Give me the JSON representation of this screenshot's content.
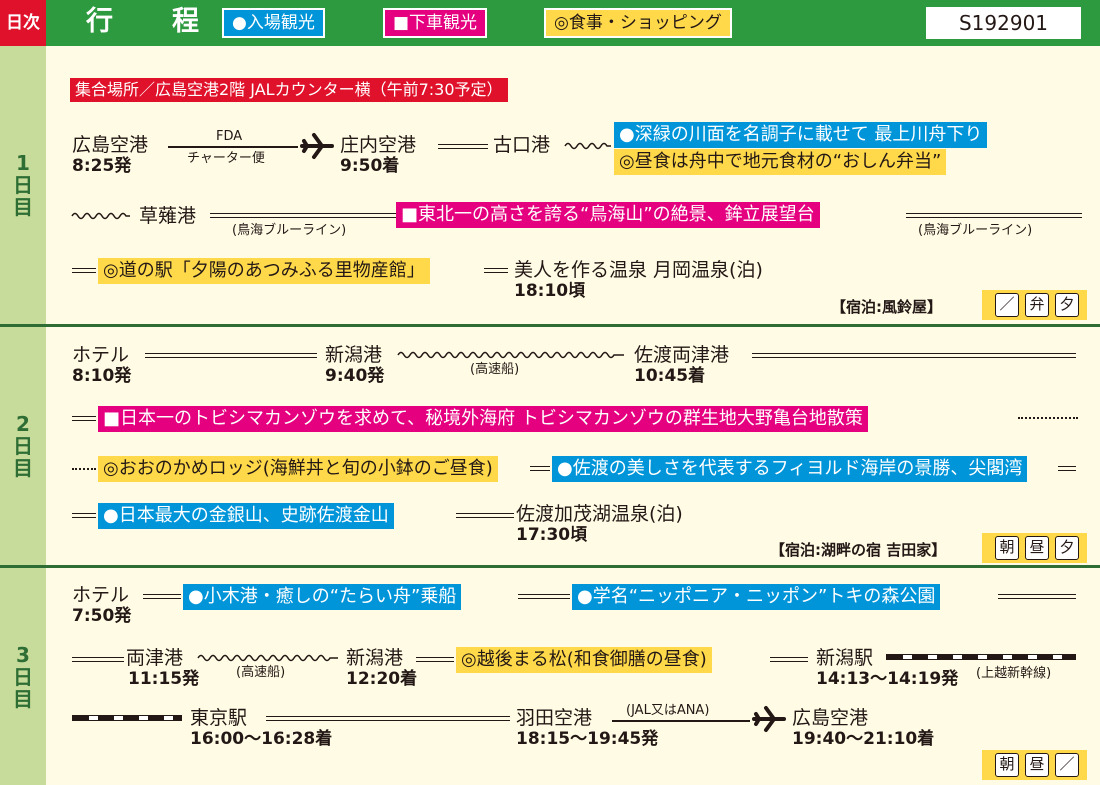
{
  "header": {
    "day_label": "日次",
    "title_char1": "行",
    "title_char2": "程",
    "legend_entry": "●入場観光",
    "legend_stop": "■下車観光",
    "legend_meal": "◎食事・ショッピング",
    "tour_code": "S192901",
    "colors": {
      "green": "#2e9a40",
      "red": "#e0112a",
      "blue": "#0095d9",
      "pink": "#e4007f",
      "yellow": "#ffd94a"
    }
  },
  "day1": {
    "day": [
      "1",
      "日",
      "目"
    ],
    "meeting": "集合場所／広島空港2階 JALカウンター横（午前7:30予定）",
    "hiroshima_airport": "広島空港",
    "depart_time": "8:25発",
    "flight_top": "FDA",
    "flight_bottom": "チャーター便",
    "shonai_airport": "庄内空港",
    "arrive_time": "9:50着",
    "furukuchi": "古口港",
    "mogami_river": "●深緑の川面を名調子に載せて 最上川舟下り",
    "lunch_bento": "◎昼食は舟中で地元食材の“おしん弁当”",
    "kusanagi": "草薙港",
    "chokai_line1": "(鳥海ブルーライン)",
    "chokai_mount": "■東北一の高さを誇る“鳥海山”の絶景、鉾立展望台",
    "chokai_line2": "(鳥海ブルーライン)",
    "michi_no_eki": "◎道の駅「夕陽のあつみふる里物産館」",
    "yunohama": "美人を作る温泉 月岡温泉(泊)",
    "onsen_time": "18:10頃",
    "hotel": "【宿泊:風鈴屋】",
    "meals": [
      "／",
      "弁",
      "夕"
    ]
  },
  "day2": {
    "day": [
      "2",
      "日",
      "目"
    ],
    "hotel_start": "ホテル",
    "hotel_time": "8:10発",
    "niigata_port": "新潟港",
    "niigata_time": "9:40発",
    "jetfoil": "(高速船)",
    "ryotsu_port": "佐渡両津港",
    "ryotsu_time": "10:45着",
    "tobishima": "■日本一のトビシマカンゾウを求めて、秘境外海府 トビシマカンゾウの群生地大野亀台地散策",
    "lodge": "◎おおのかめロッジ(海鮮丼と旬の小鉢のご昼食)",
    "senkaku": "●佐渡の美しさを代表するフィヨルド海岸の景勝、尖閣湾",
    "kinzan": "●日本最大の金銀山、史跡佐渡金山",
    "kamo_onsen": "佐渡加茂湖温泉(泊)",
    "kamo_time": "17:30頃",
    "hotel": "【宿泊:湖畔の宿 吉田家】",
    "meals": [
      "朝",
      "昼",
      "夕"
    ]
  },
  "day3": {
    "day": [
      "3",
      "日",
      "目"
    ],
    "hotel_start": "ホテル",
    "hotel_time": "7:50発",
    "ogi": "●小木港・癒しの“たらい舟”乗船",
    "toki": "●学名“ニッポニア・ニッポン”トキの森公園",
    "ryotsu_port": "両津港",
    "ryotsu_time": "11:15発",
    "jetfoil": "(高速船)",
    "niigata_port": "新潟港",
    "niigata_time": "12:20着",
    "echigo": "◎越後まる松(和食御膳の昼食)",
    "niigata_station": "新潟駅",
    "niigata_station_time": "14:13～14:19発",
    "joetsu": "(上越新幹線)",
    "tokyo_station": "東京駅",
    "tokyo_time": "16:00～16:28着",
    "haneda": "羽田空港",
    "haneda_time": "18:15～19:45発",
    "flight_top": "(JAL又はANA)",
    "hiroshima_airport": "広島空港",
    "hiroshima_time": "19:40～21:10着",
    "meals": [
      "朝",
      "昼",
      "／"
    ]
  }
}
